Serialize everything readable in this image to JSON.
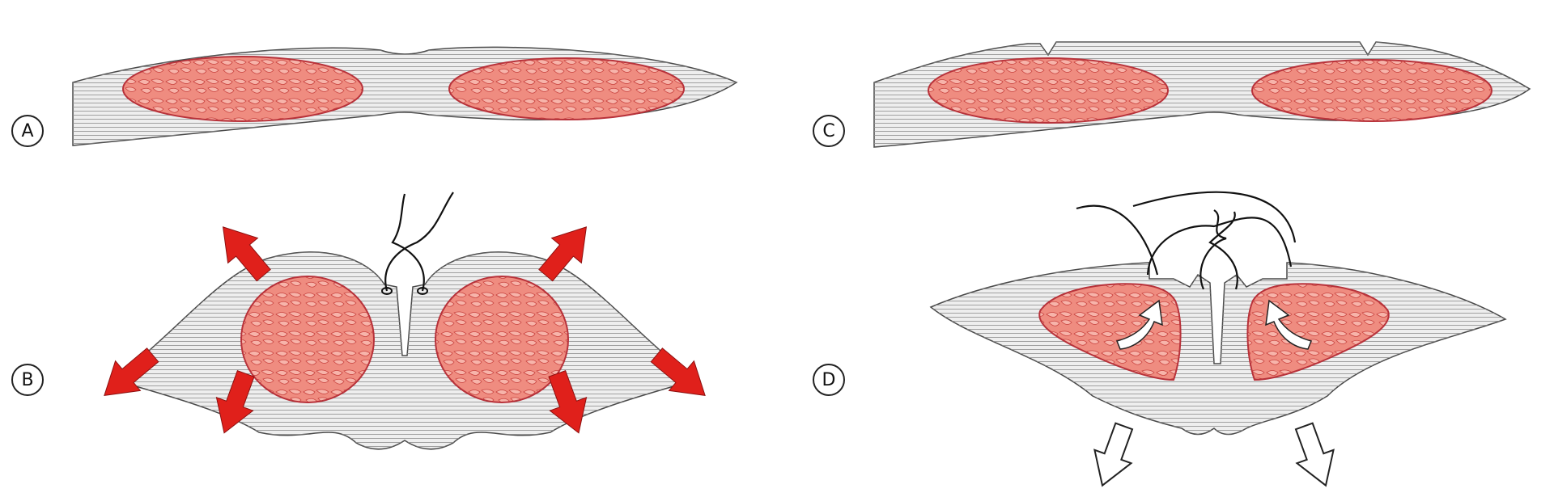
{
  "panels": [
    {
      "id": "A",
      "label": "A"
    },
    {
      "id": "B",
      "label": "B"
    },
    {
      "id": "C",
      "label": "C"
    },
    {
      "id": "D",
      "label": "D"
    }
  ],
  "colors": {
    "muscle_fill": "#ef8c80",
    "muscle_edge": "#b8323a",
    "fascia_fill": "#eeeeee",
    "fascia_line": "#8d8d8d",
    "outline": "#4a4a4a",
    "arrow_red": "#e0201b",
    "arrow_white": "#ffffff",
    "suture": "#111111"
  }
}
